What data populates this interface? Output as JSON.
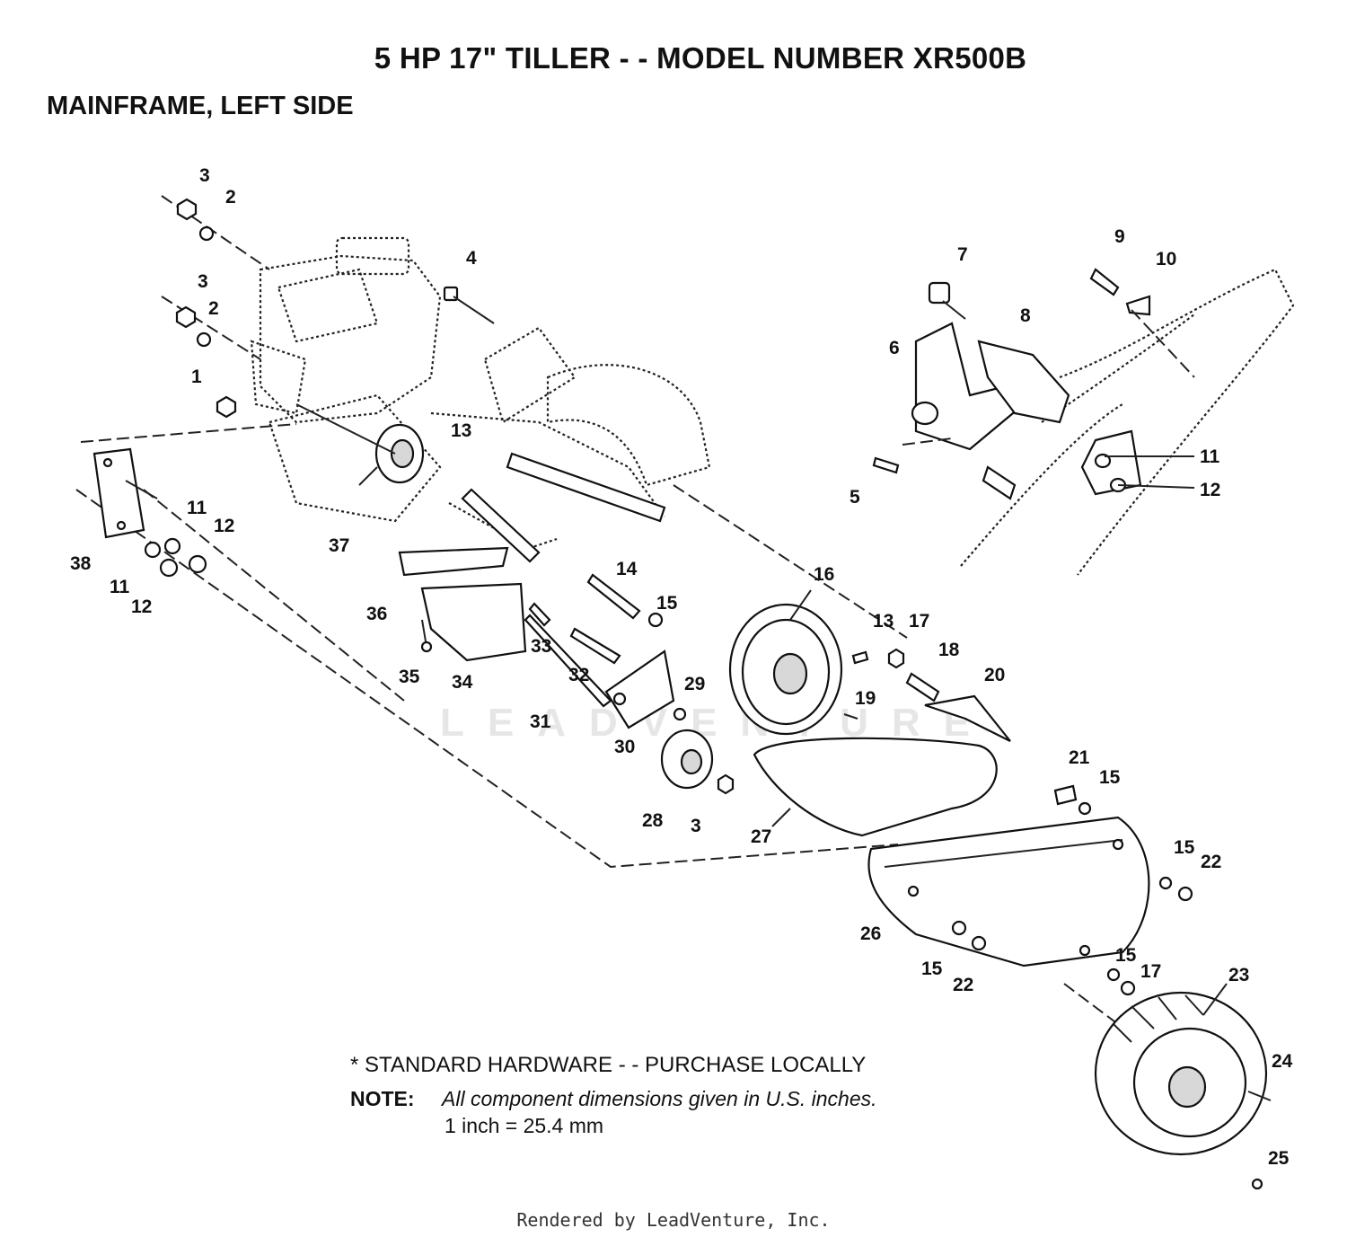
{
  "header": {
    "title": "5 HP  17\" TILLER - - MODEL NUMBER XR500B",
    "subtitle": "MAINFRAME, LEFT SIDE"
  },
  "notes": {
    "standard_hardware": "* STANDARD HARDWARE - - PURCHASE LOCALLY",
    "note_label": "NOTE:",
    "note_line1": "All component dimensions given in U.S. inches.",
    "note_line2": "1 inch = 25.4 mm"
  },
  "watermark": "LEADVENTURE",
  "footer": "Rendered by LeadVenture, Inc.",
  "callouts": [
    "3",
    "2",
    "3",
    "2",
    "1",
    "4",
    "13",
    "37",
    "36",
    "38",
    "11",
    "12",
    "11",
    "12",
    "7",
    "9",
    "10",
    "8",
    "6",
    "11",
    "12",
    "5",
    "14",
    "15",
    "16",
    "13",
    "17",
    "18",
    "20",
    "19",
    "33",
    "35",
    "34",
    "32",
    "29",
    "31",
    "30",
    "28",
    "3",
    "27",
    "21",
    "15",
    "15",
    "22",
    "26",
    "15",
    "22",
    "15",
    "17",
    "23",
    "24",
    "25"
  ]
}
